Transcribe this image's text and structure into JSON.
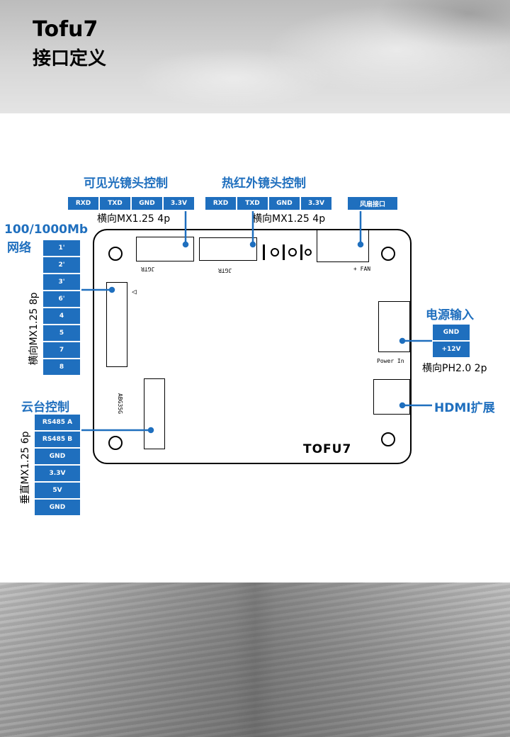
{
  "header": {
    "title": "Tofu7",
    "subtitle": "接口定义"
  },
  "visible_cam": {
    "title": "可见光镜头控制",
    "pins": [
      "RXD",
      "TXD",
      "GND",
      "3.3V"
    ],
    "connector": "横向MX1.25 4p"
  },
  "thermal_cam": {
    "title": "热红外镜头控制",
    "pins": [
      "RXD",
      "TXD",
      "GND",
      "3.3V"
    ],
    "connector": "横向MX1.25 4p"
  },
  "fan": {
    "label": "风扇接口"
  },
  "network": {
    "title_line1": "100/1000Mb",
    "title_line2": "网络",
    "pins": [
      "1'",
      "2'",
      "3'",
      "6'",
      "4",
      "5",
      "7",
      "8"
    ],
    "connector": "横向MX1.25 8p"
  },
  "gimbal": {
    "title": "云台控制",
    "pins": [
      "RS485 A",
      "RS485 B",
      "GND",
      "3.3V",
      "5V",
      "GND"
    ],
    "connector": "垂直MX1.25 6p"
  },
  "power": {
    "title": "电源输入",
    "pins": [
      "GND",
      "+12V"
    ],
    "connector": "横向PH2.0 2p"
  },
  "hdmi": {
    "label": "HDMI扩展"
  },
  "board": {
    "silk_jgtr_1": "JGTR",
    "silk_jgtr_2": "JGTR",
    "silk_fan": "+ FAN",
    "silk_power_in": "Power In",
    "silk_abg": "ABG35G",
    "silk_triangle": "◁",
    "logo": "TOFU7"
  },
  "colors": {
    "accent": "#1f6fbe"
  }
}
